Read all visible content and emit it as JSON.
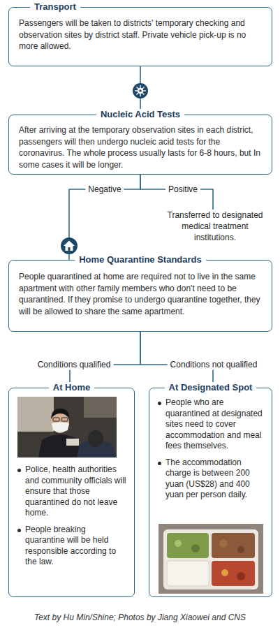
{
  "diagram": {
    "caption": "Text by Hu Min/Shine; Photos by Jiang Xiaowei and CNS",
    "nodes": [
      {
        "text": [
          "Transport",
          "Passengers will be taken to districts' temporary checking and observation sites by district staff. Private vehicle pick-up is no more allowed."
        ]
      },
      {
        "text": [
          "Nucleic Acid Tests",
          "After arriving at the temporary observation sites in each district, passengers will then undergo nucleic acid tests for the coronavirus. The whole process usually lasts for 6-8 hours, but In some cases it will be longer."
        ]
      },
      {
        "text": [
          "Transferred to designated medical treatment institutions."
        ]
      },
      {
        "text": [
          "Home Quarantine Standards",
          "People quarantined at home are required not to live in the same apartment with other family members who don't need to be quarantined. If they promise to undergo quarantine together, they will be allowed to share the same apartment."
        ]
      },
      {
        "text": [
          "At Home",
          "Police, health authorities and community officials will ensure that those quarantined do not leave home.",
          "People breaking quarantine will be held responsible according to the law."
        ]
      },
      {
        "text": [
          "At Designated Spot",
          "People who are quarantined at designated sites need to cover accommodation and meal fees themselves.",
          "The accommodation charge is between 200 yuan (US$28) and 400 yuan per person daily."
        ]
      }
    ],
    "edges": [
      {
        "from": 0,
        "to": 1,
        "arrow": "none"
      },
      {
        "from": 1,
        "to": 3,
        "label": "Negative",
        "arrow": "none"
      },
      {
        "from": 1,
        "to": 2,
        "label": "Positive",
        "arrow": "none"
      },
      {
        "from": 3,
        "to": 4,
        "label": "Conditions qualified",
        "arrow": "none"
      },
      {
        "from": 3,
        "to": 5,
        "label": "Conditions not qualified",
        "arrow": "none"
      }
    ]
  }
}
